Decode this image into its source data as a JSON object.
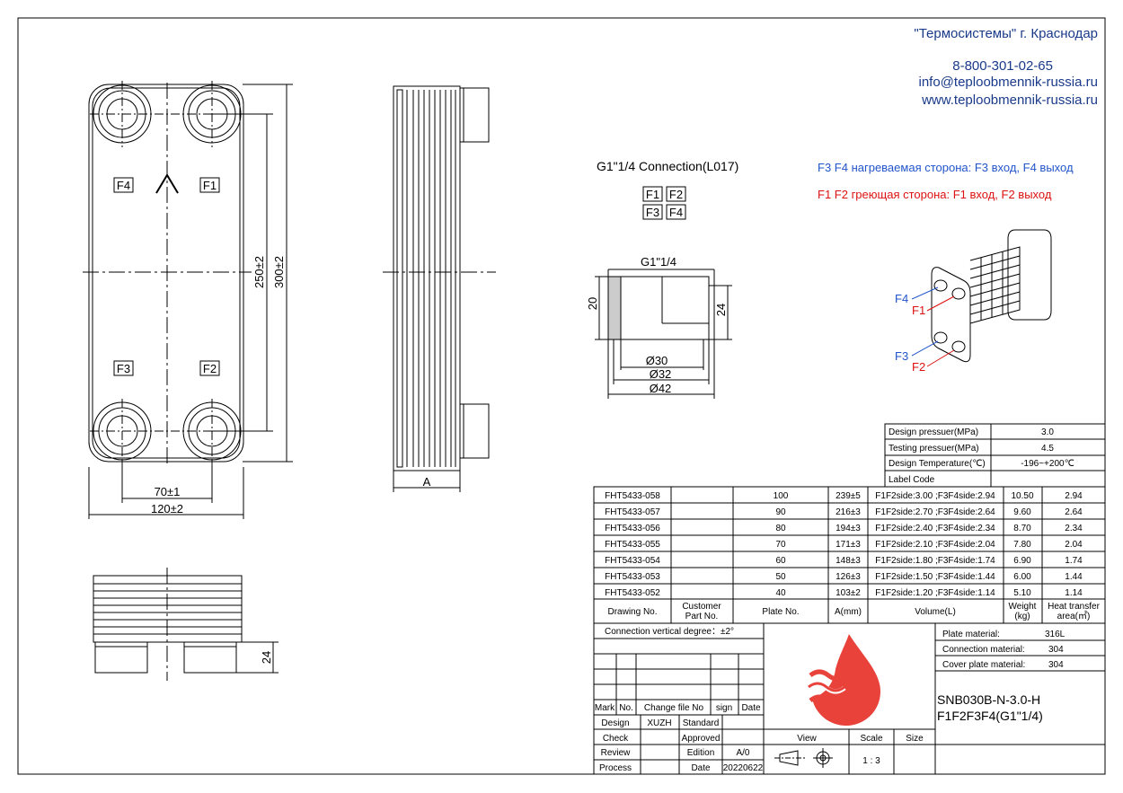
{
  "company": {
    "name": "\"Термосистемы\" г. Краснодар",
    "phone": "8-800-301-02-65",
    "email": "info@teploobmennik-russia.ru",
    "site": "www.teploobmennik-russia.ru"
  },
  "connection": {
    "title": "G1\"1/4 Connection(L017)",
    "ports_row1": [
      "F1",
      "F2"
    ],
    "ports_row2": [
      "F3",
      "F4"
    ]
  },
  "legend": {
    "heated": "F3 F4 нагреваемая сторона: F3  вход, F4 выход",
    "heating": "F1 F2 греющая сторона: F1  вход, F2 выход",
    "heated_color": "#2255cc",
    "heating_color": "#dd1111"
  },
  "front_view": {
    "port_labels": [
      "F4",
      "F1",
      "F3",
      "F2"
    ],
    "dim_ports_vertical": "250±2",
    "dim_total_vertical": "300±2",
    "dim_ports_horizontal": "70±1",
    "dim_total_horizontal": "120±2"
  },
  "side_view": {
    "dim_label": "A"
  },
  "bottom_view": {
    "dim_label": "24"
  },
  "connection_detail": {
    "thread_label": "G1\"1/4",
    "dim_left": "20",
    "dim_right": "24",
    "d1": "Ø30",
    "d2": "Ø32",
    "d3": "Ø42"
  },
  "iso_view": {
    "labels": [
      "F4",
      "F1",
      "F3",
      "F2"
    ]
  },
  "design": {
    "rows": [
      {
        "label": "Design pressuer(MPa)",
        "value": "3.0"
      },
      {
        "label": "Testing pressuer(MPa)",
        "value": "4.5"
      },
      {
        "label": "Design Temperature(℃)",
        "value": "-196~+200℃"
      },
      {
        "label": "Label Code",
        "value": ""
      }
    ]
  },
  "models": {
    "headers": [
      "Drawing No.",
      "Customer Part No.",
      "Plate No.",
      "A(mm)",
      "Volume(L)",
      "Weight (kg)",
      "Heat transfer area(㎡)"
    ],
    "rows": [
      {
        "drawing": "FHT5433-058",
        "customer": "",
        "plates": "100",
        "a": "239±5",
        "volume": "F1F2side:3.00 ;F3F4side:2.94",
        "weight": "10.50",
        "area": "2.94"
      },
      {
        "drawing": "FHT5433-057",
        "customer": "",
        "plates": "90",
        "a": "216±3",
        "volume": "F1F2side:2.70 ;F3F4side:2.64",
        "weight": "9.60",
        "area": "2.64"
      },
      {
        "drawing": "FHT5433-056",
        "customer": "",
        "plates": "80",
        "a": "194±3",
        "volume": "F1F2side:2.40 ;F3F4side:2.34",
        "weight": "8.70",
        "area": "2.34"
      },
      {
        "drawing": "FHT5433-055",
        "customer": "",
        "plates": "70",
        "a": "171±3",
        "volume": "F1F2side:2.10 ;F3F4side:2.04",
        "weight": "7.80",
        "area": "2.04"
      },
      {
        "drawing": "FHT5433-054",
        "customer": "",
        "plates": "60",
        "a": "148±3",
        "volume": "F1F2side:1.80 ;F3F4side:1.74",
        "weight": "6.90",
        "area": "1.74"
      },
      {
        "drawing": "FHT5433-053",
        "customer": "",
        "plates": "50",
        "a": "126±3",
        "volume": "F1F2side:1.50 ;F3F4side:1.44",
        "weight": "6.00",
        "area": "1.44"
      },
      {
        "drawing": "FHT5433-052",
        "customer": "",
        "plates": "40",
        "a": "103±2",
        "volume": "F1F2side:1.20 ;F3F4side:1.14",
        "weight": "5.10",
        "area": "1.14"
      }
    ]
  },
  "title_block": {
    "connection_degree": "Connection vertical degree：±2°",
    "mark": "Mark",
    "no": "No.",
    "change_file": "Change file No",
    "sign": "sign",
    "date": "Date",
    "design": "Design",
    "designer": "XUZH",
    "standard": "Standard",
    "check": "Check",
    "approved": "Approved",
    "review": "Review",
    "edition": "Edition",
    "edition_value": "A/0",
    "process": "Process",
    "date_label": "Date",
    "date_value": "20220622",
    "view": "View",
    "scale": "Scale",
    "scale_value": "1 : 3",
    "size": "Size",
    "plate_material_label": "Plate material:",
    "plate_material": "316L",
    "connection_material_label": "Connection material:",
    "connection_material": "304",
    "cover_material_label": "Cover plate material:",
    "cover_material": "304",
    "model": "SNB030B-N-3.0-H",
    "model_ports": "F1F2F3F4(G1\"1/4)"
  }
}
